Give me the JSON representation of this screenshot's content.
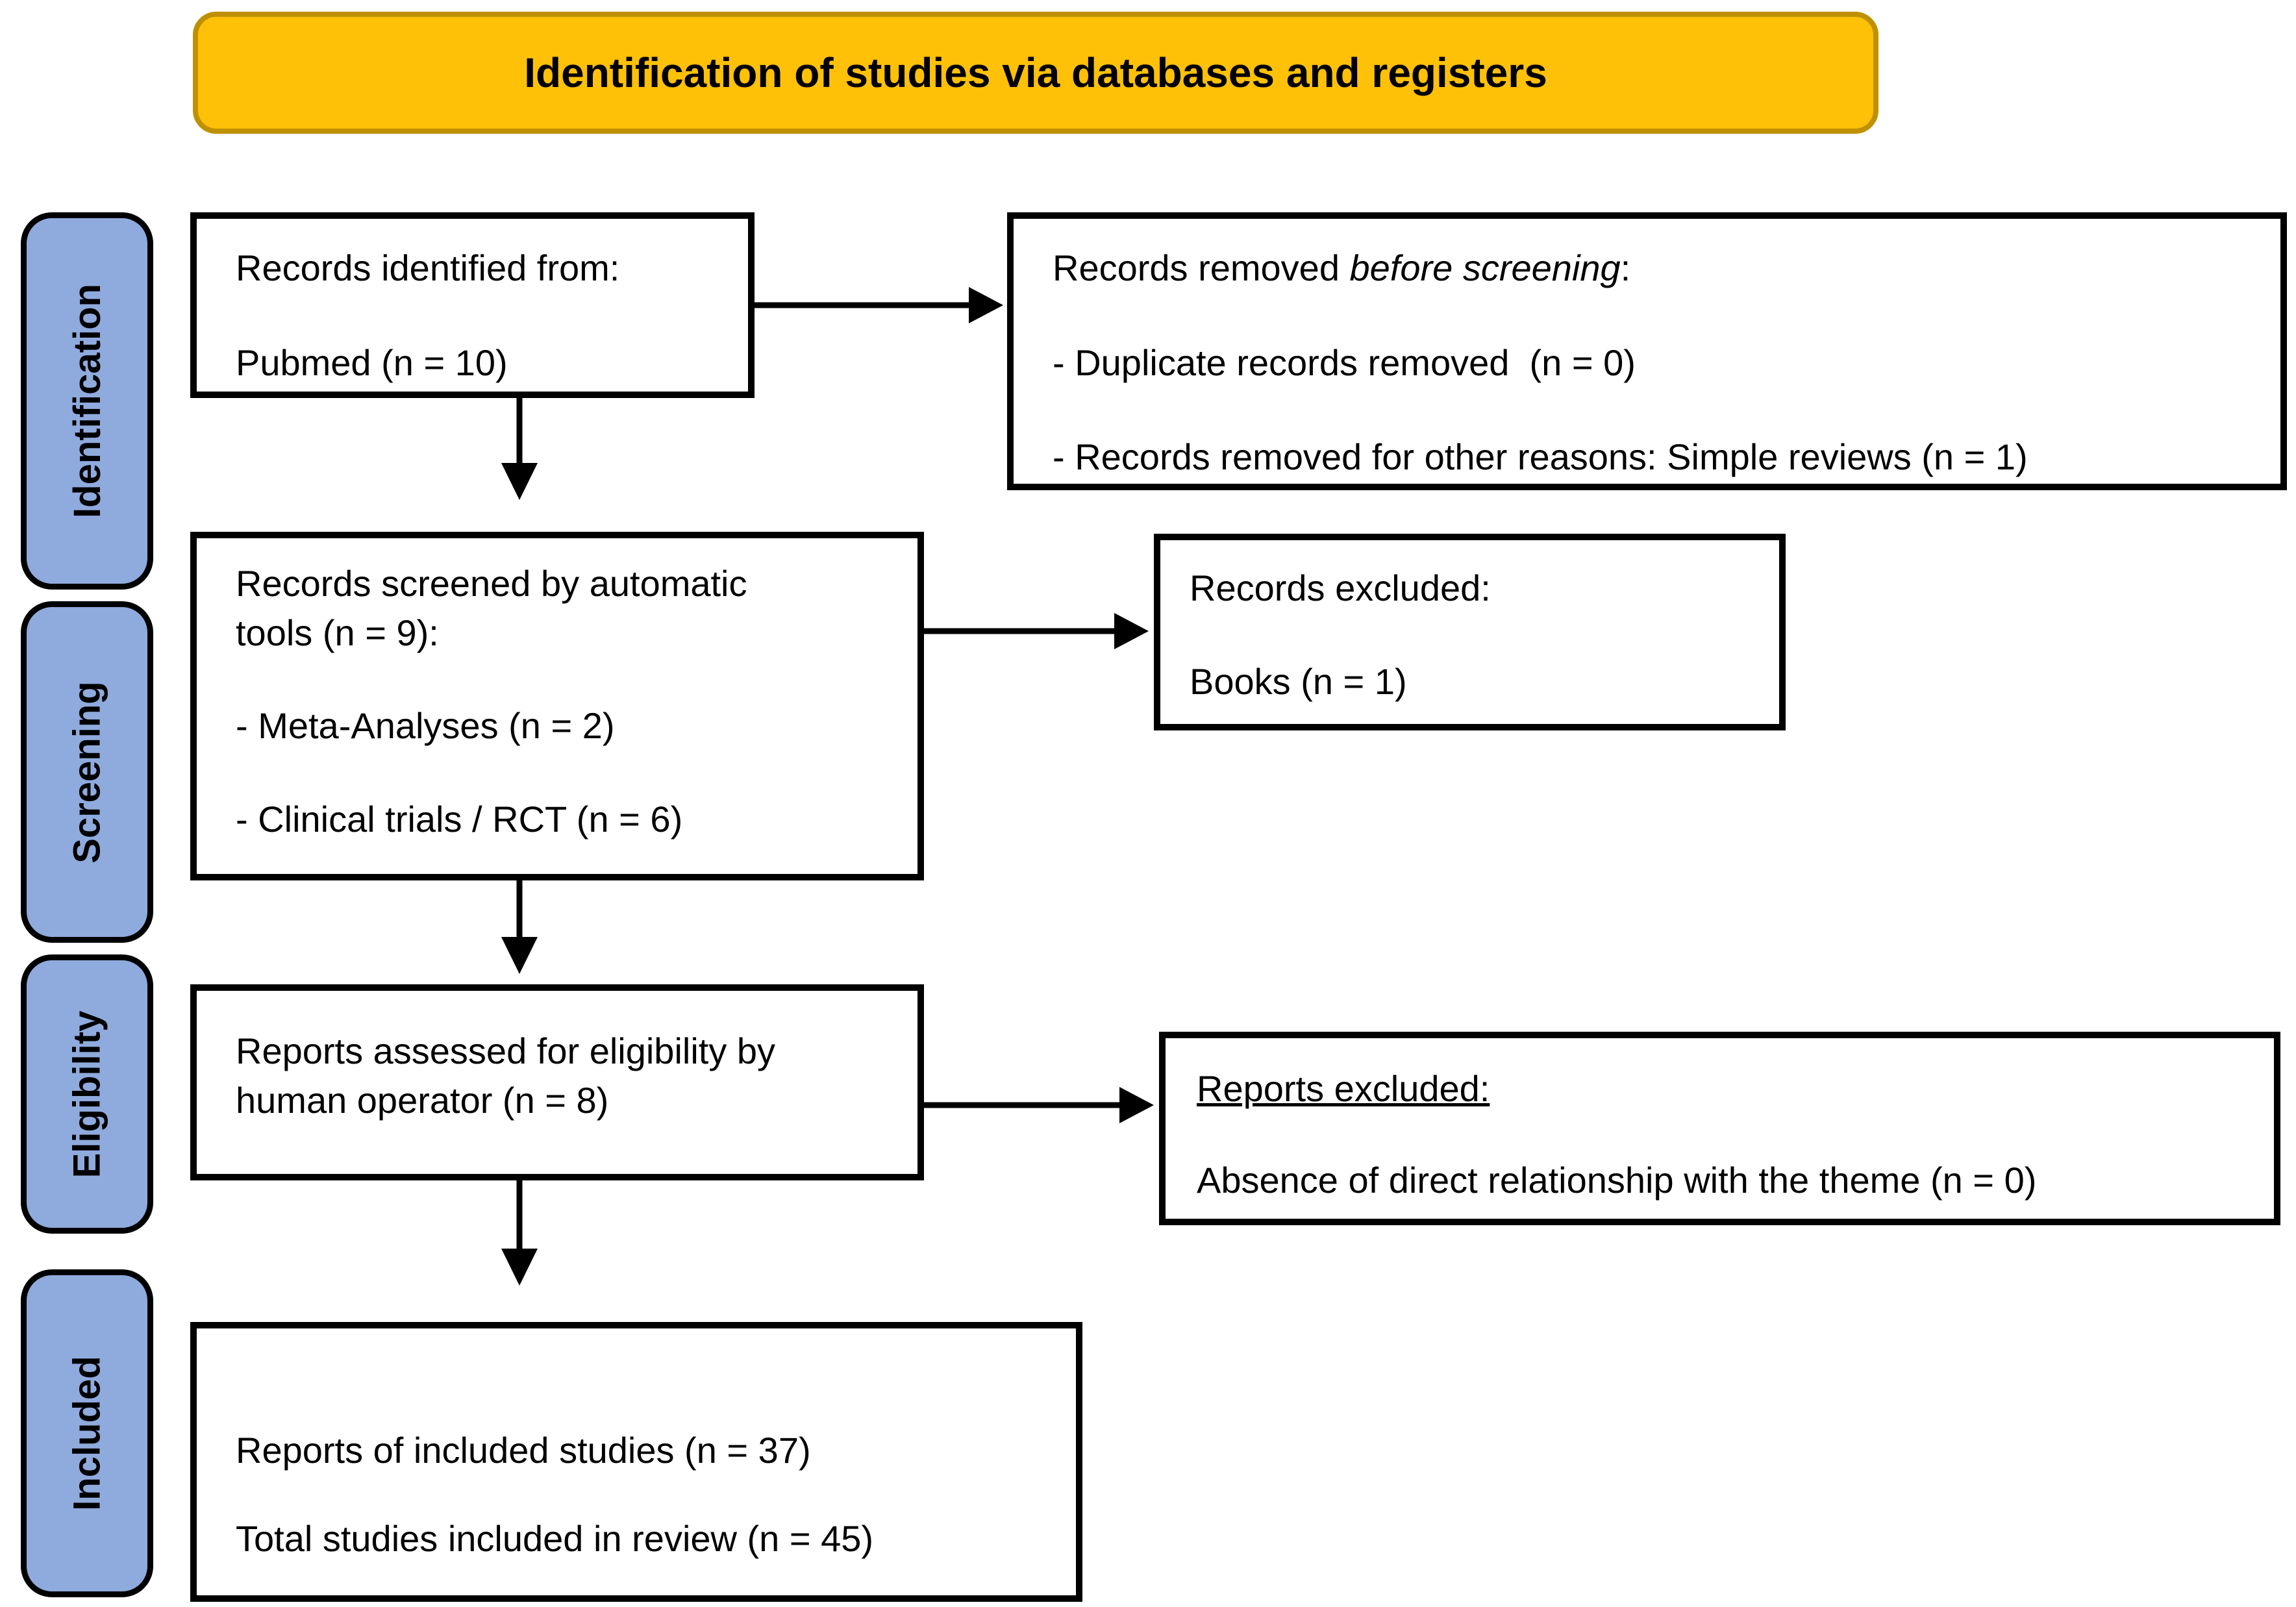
{
  "banner": {
    "title": "Identification of studies via databases and registers"
  },
  "sidebar": {
    "stages": [
      {
        "label": "Identification"
      },
      {
        "label": "Screening"
      },
      {
        "label": "Eligibility"
      },
      {
        "label": "Included"
      }
    ]
  },
  "boxes": {
    "identified": {
      "line1": "Records identified from:",
      "line2": "Pubmed (n = 10)"
    },
    "removed_before_screening": {
      "title_prefix": "Records removed ",
      "title_italic": "before screening",
      "title_suffix": ":",
      "items": [
        "- Duplicate records removed  (n = 0)",
        "- Records removed for other reasons: Simple reviews (n = 1)"
      ]
    },
    "screened": {
      "line1": "Records screened by automatic tools (n = 9):",
      "items": [
        "- Meta-Analyses (n = 2)",
        "- Clinical trials / RCT (n = 6)"
      ]
    },
    "records_excluded": {
      "line1": "Records excluded:",
      "line2": "Books (n = 1)"
    },
    "assessed": {
      "line1": "Reports assessed for eligibility by human operator (n = 8)"
    },
    "reports_excluded": {
      "title": "Reports excluded:",
      "line2": "Absence of direct relationship with the theme (n = 0)"
    },
    "included": {
      "line1": "Reports of included studies (n = 37)",
      "line2": "Total studies included in review (n = 45)"
    }
  },
  "colors": {
    "banner_fill": "#FFC008",
    "banner_border": "#BF9000",
    "stage_fill": "#8FAADC",
    "stage_border": "#000000",
    "box_border": "#000000",
    "arrow": "#000000"
  }
}
